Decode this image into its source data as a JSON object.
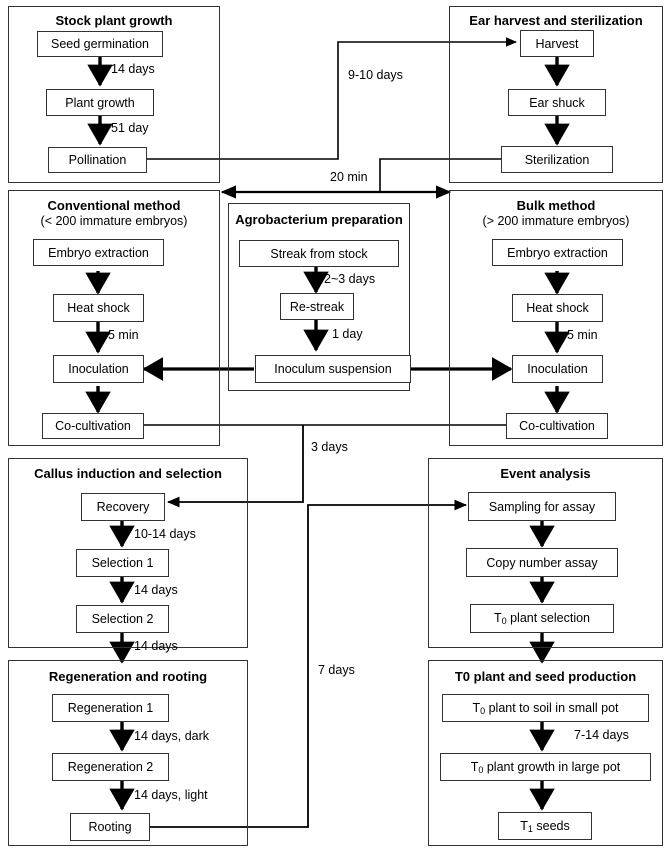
{
  "diagram": {
    "title": "Maize Agrobacterium-mediated transformation workflow",
    "colors": {
      "stroke": "#333333",
      "background": "#ffffff",
      "text": "#000000"
    }
  },
  "sections": [
    {
      "id": "stock-plant-growth",
      "title": "Stock plant growth",
      "subtitle": "",
      "nodes": [
        {
          "id": "seed-germination",
          "label": "Seed germination"
        },
        {
          "id": "plant-growth",
          "label": "Plant growth"
        },
        {
          "id": "pollination",
          "label": "Pollination"
        }
      ],
      "edge_labels": [
        "14 days",
        "51 day"
      ]
    },
    {
      "id": "ear-harvest-and-sterilization",
      "title": "Ear harvest and sterilization",
      "subtitle": "",
      "nodes": [
        {
          "id": "harvest",
          "label": "Harvest"
        },
        {
          "id": "ear-shuck",
          "label": "Ear shuck"
        },
        {
          "id": "sterilization",
          "label": "Sterilization"
        }
      ],
      "edge_labels": []
    },
    {
      "id": "conventional-method",
      "title": "Conventional method",
      "subtitle": "(< 200 immature embryos)",
      "nodes": [
        {
          "id": "embryo-extraction-conventional",
          "label": "Embryo extraction"
        },
        {
          "id": "heat-shock-conventional",
          "label": "Heat shock"
        },
        {
          "id": "inoculation-conventional",
          "label": "Inoculation"
        },
        {
          "id": "co-cultivation-conventional",
          "label": "Co-cultivation"
        }
      ],
      "edge_labels": [
        "5 min"
      ]
    },
    {
      "id": "agrobacterium-preparation",
      "title": "Agrobacterium preparation",
      "subtitle": "",
      "nodes": [
        {
          "id": "streak-from-stock",
          "label": "Streak from stock"
        },
        {
          "id": "re-streak",
          "label": "Re-streak"
        },
        {
          "id": "inoculum-suspension",
          "label": "Inoculum suspension"
        }
      ],
      "edge_labels": [
        "2~3 days",
        "1 day"
      ]
    },
    {
      "id": "bulk-method",
      "title": "Bulk method",
      "subtitle": "(> 200 immature embryos)",
      "nodes": [
        {
          "id": "embryo-extraction-bulk",
          "label": "Embryo extraction"
        },
        {
          "id": "heat-shock-bulk",
          "label": "Heat shock"
        },
        {
          "id": "inoculation-bulk",
          "label": "Inoculation"
        },
        {
          "id": "co-cultivation-bulk",
          "label": "Co-cultivation"
        }
      ],
      "edge_labels": [
        "5 min"
      ]
    },
    {
      "id": "callus-induction-and-selection",
      "title": "Callus induction and selection",
      "subtitle": "",
      "nodes": [
        {
          "id": "recovery",
          "label": "Recovery"
        },
        {
          "id": "selection-1",
          "label": "Selection 1"
        },
        {
          "id": "selection-2",
          "label": "Selection 2"
        }
      ],
      "edge_labels": [
        "10-14 days",
        "14 days"
      ]
    },
    {
      "id": "event-analysis",
      "title": "Event analysis",
      "subtitle": "",
      "nodes": [
        {
          "id": "sampling-for-assay",
          "label": "Sampling for assay"
        },
        {
          "id": "copy-number-assay",
          "label": "Copy number assay"
        },
        {
          "id": "t0-plant-selection",
          "label": "T0 plant selection"
        }
      ],
      "edge_labels": []
    },
    {
      "id": "regeneration-and-rooting",
      "title": "Regeneration and rooting",
      "subtitle": "",
      "nodes": [
        {
          "id": "regeneration-1",
          "label": "Regeneration 1"
        },
        {
          "id": "regeneration-2",
          "label": "Regeneration 2"
        },
        {
          "id": "rooting",
          "label": "Rooting"
        }
      ],
      "edge_labels": [
        "14 days, dark",
        "14 days, light"
      ]
    },
    {
      "id": "t0-plant-and-seed-production",
      "title": "T0 plant and seed production",
      "subtitle": "",
      "nodes": [
        {
          "id": "t0-plant-to-soil-small-pot",
          "label": "T0 plant to soil in small pot"
        },
        {
          "id": "t0-plant-growth-large-pot",
          "label": "T0 plant growth in large pot"
        },
        {
          "id": "t1-seeds",
          "label": "T1 seeds"
        }
      ],
      "edge_labels": [
        "7-14 days"
      ]
    }
  ],
  "labels": {
    "stock_title": "Stock plant growth",
    "seed_germination": "Seed germination",
    "plant_growth": "Plant growth",
    "pollination": "Pollination",
    "d14_days": "14 days",
    "d51_day": "51 day",
    "ear_title": "Ear harvest and sterilization",
    "harvest": "Harvest",
    "ear_shuck": "Ear shuck",
    "sterilization": "Sterilization",
    "d9_10_days": "9-10 days",
    "d20_min": "20 min",
    "conventional_title": "Conventional method",
    "conventional_sub": "(< 200 immature embryos)",
    "embryo_extraction": "Embryo extraction",
    "heat_shock": "Heat shock",
    "inoculation": "Inoculation",
    "co_cultivation": "Co-cultivation",
    "d5_min": "5 min",
    "agro_title": "Agrobacterium preparation",
    "streak_from_stock": "Streak from stock",
    "re_streak": "Re-streak",
    "inoculum_suspension": "Inoculum suspension",
    "d2_3_days": "2~3 days",
    "d1_day": "1 day",
    "bulk_title": "Bulk method",
    "bulk_sub": "(> 200 immature embryos)",
    "callus_title": "Callus induction and selection",
    "recovery": "Recovery",
    "selection_1": "Selection 1",
    "selection_2": "Selection 2",
    "d10_14_days": "10-14 days",
    "d14_days_b": "14 days",
    "d14_days_c": "14 days",
    "d3_days": "3 days",
    "event_title": "Event analysis",
    "sampling_for_assay": "Sampling for assay",
    "copy_number_assay": "Copy number assay",
    "d7_days": "7 days",
    "regen_title": "Regeneration and rooting",
    "regeneration_1": "Regeneration 1",
    "regeneration_2": "Regeneration 2",
    "rooting": "Rooting",
    "d14_days_dark": "14 days, dark",
    "d14_days_light": "14 days, light",
    "t0_title": "T0 plant and seed production",
    "d7_14_days": "7-14 days"
  }
}
